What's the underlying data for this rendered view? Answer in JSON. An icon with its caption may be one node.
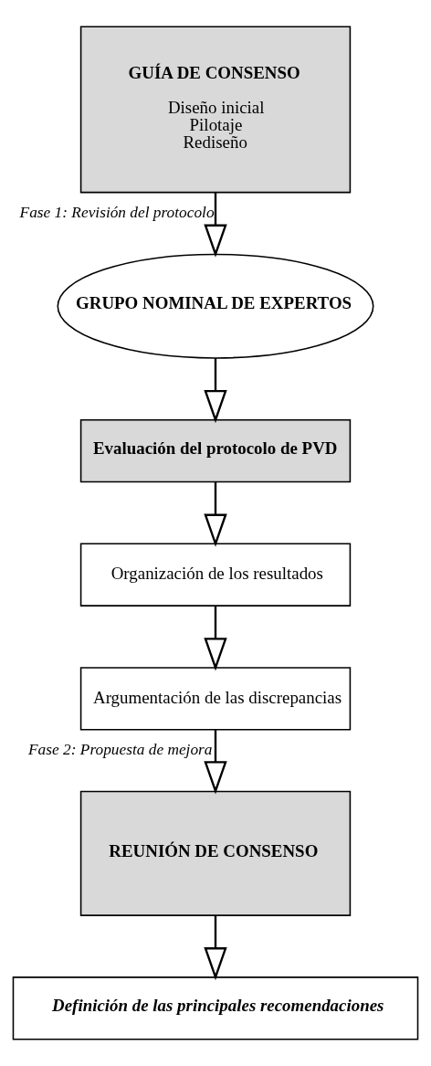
{
  "diagram": {
    "nodes": [
      {
        "text": [
          "GUÍA DE CONSENSO",
          "Diseño inicial",
          "Pilotaje",
          "Rediseño"
        ]
      },
      {
        "text": [
          "GRUPO NOMINAL DE EXPERTOS"
        ]
      },
      {
        "text": [
          "Evaluación del protocolo de PVD"
        ]
      },
      {
        "text": [
          "Organización de los resultados"
        ]
      },
      {
        "text": [
          "Argumentación de las discrepancias"
        ]
      },
      {
        "text": [
          "REUNIÓN DE CONSENSO"
        ]
      },
      {
        "text": [
          "Definición de las principales recomendaciones"
        ]
      }
    ],
    "edges": [
      {
        "from": 0,
        "to": 1,
        "arrow": "to",
        "label": "Fase 1: Revisión del protocolo"
      },
      {
        "from": 1,
        "to": 2,
        "arrow": "to"
      },
      {
        "from": 2,
        "to": 3,
        "arrow": "to"
      },
      {
        "from": 3,
        "to": 4,
        "arrow": "to"
      },
      {
        "from": 4,
        "to": 5,
        "arrow": "to",
        "label": "Fase 2: Propuesta de mejora"
      },
      {
        "from": 5,
        "to": 6,
        "arrow": "to"
      }
    ]
  }
}
